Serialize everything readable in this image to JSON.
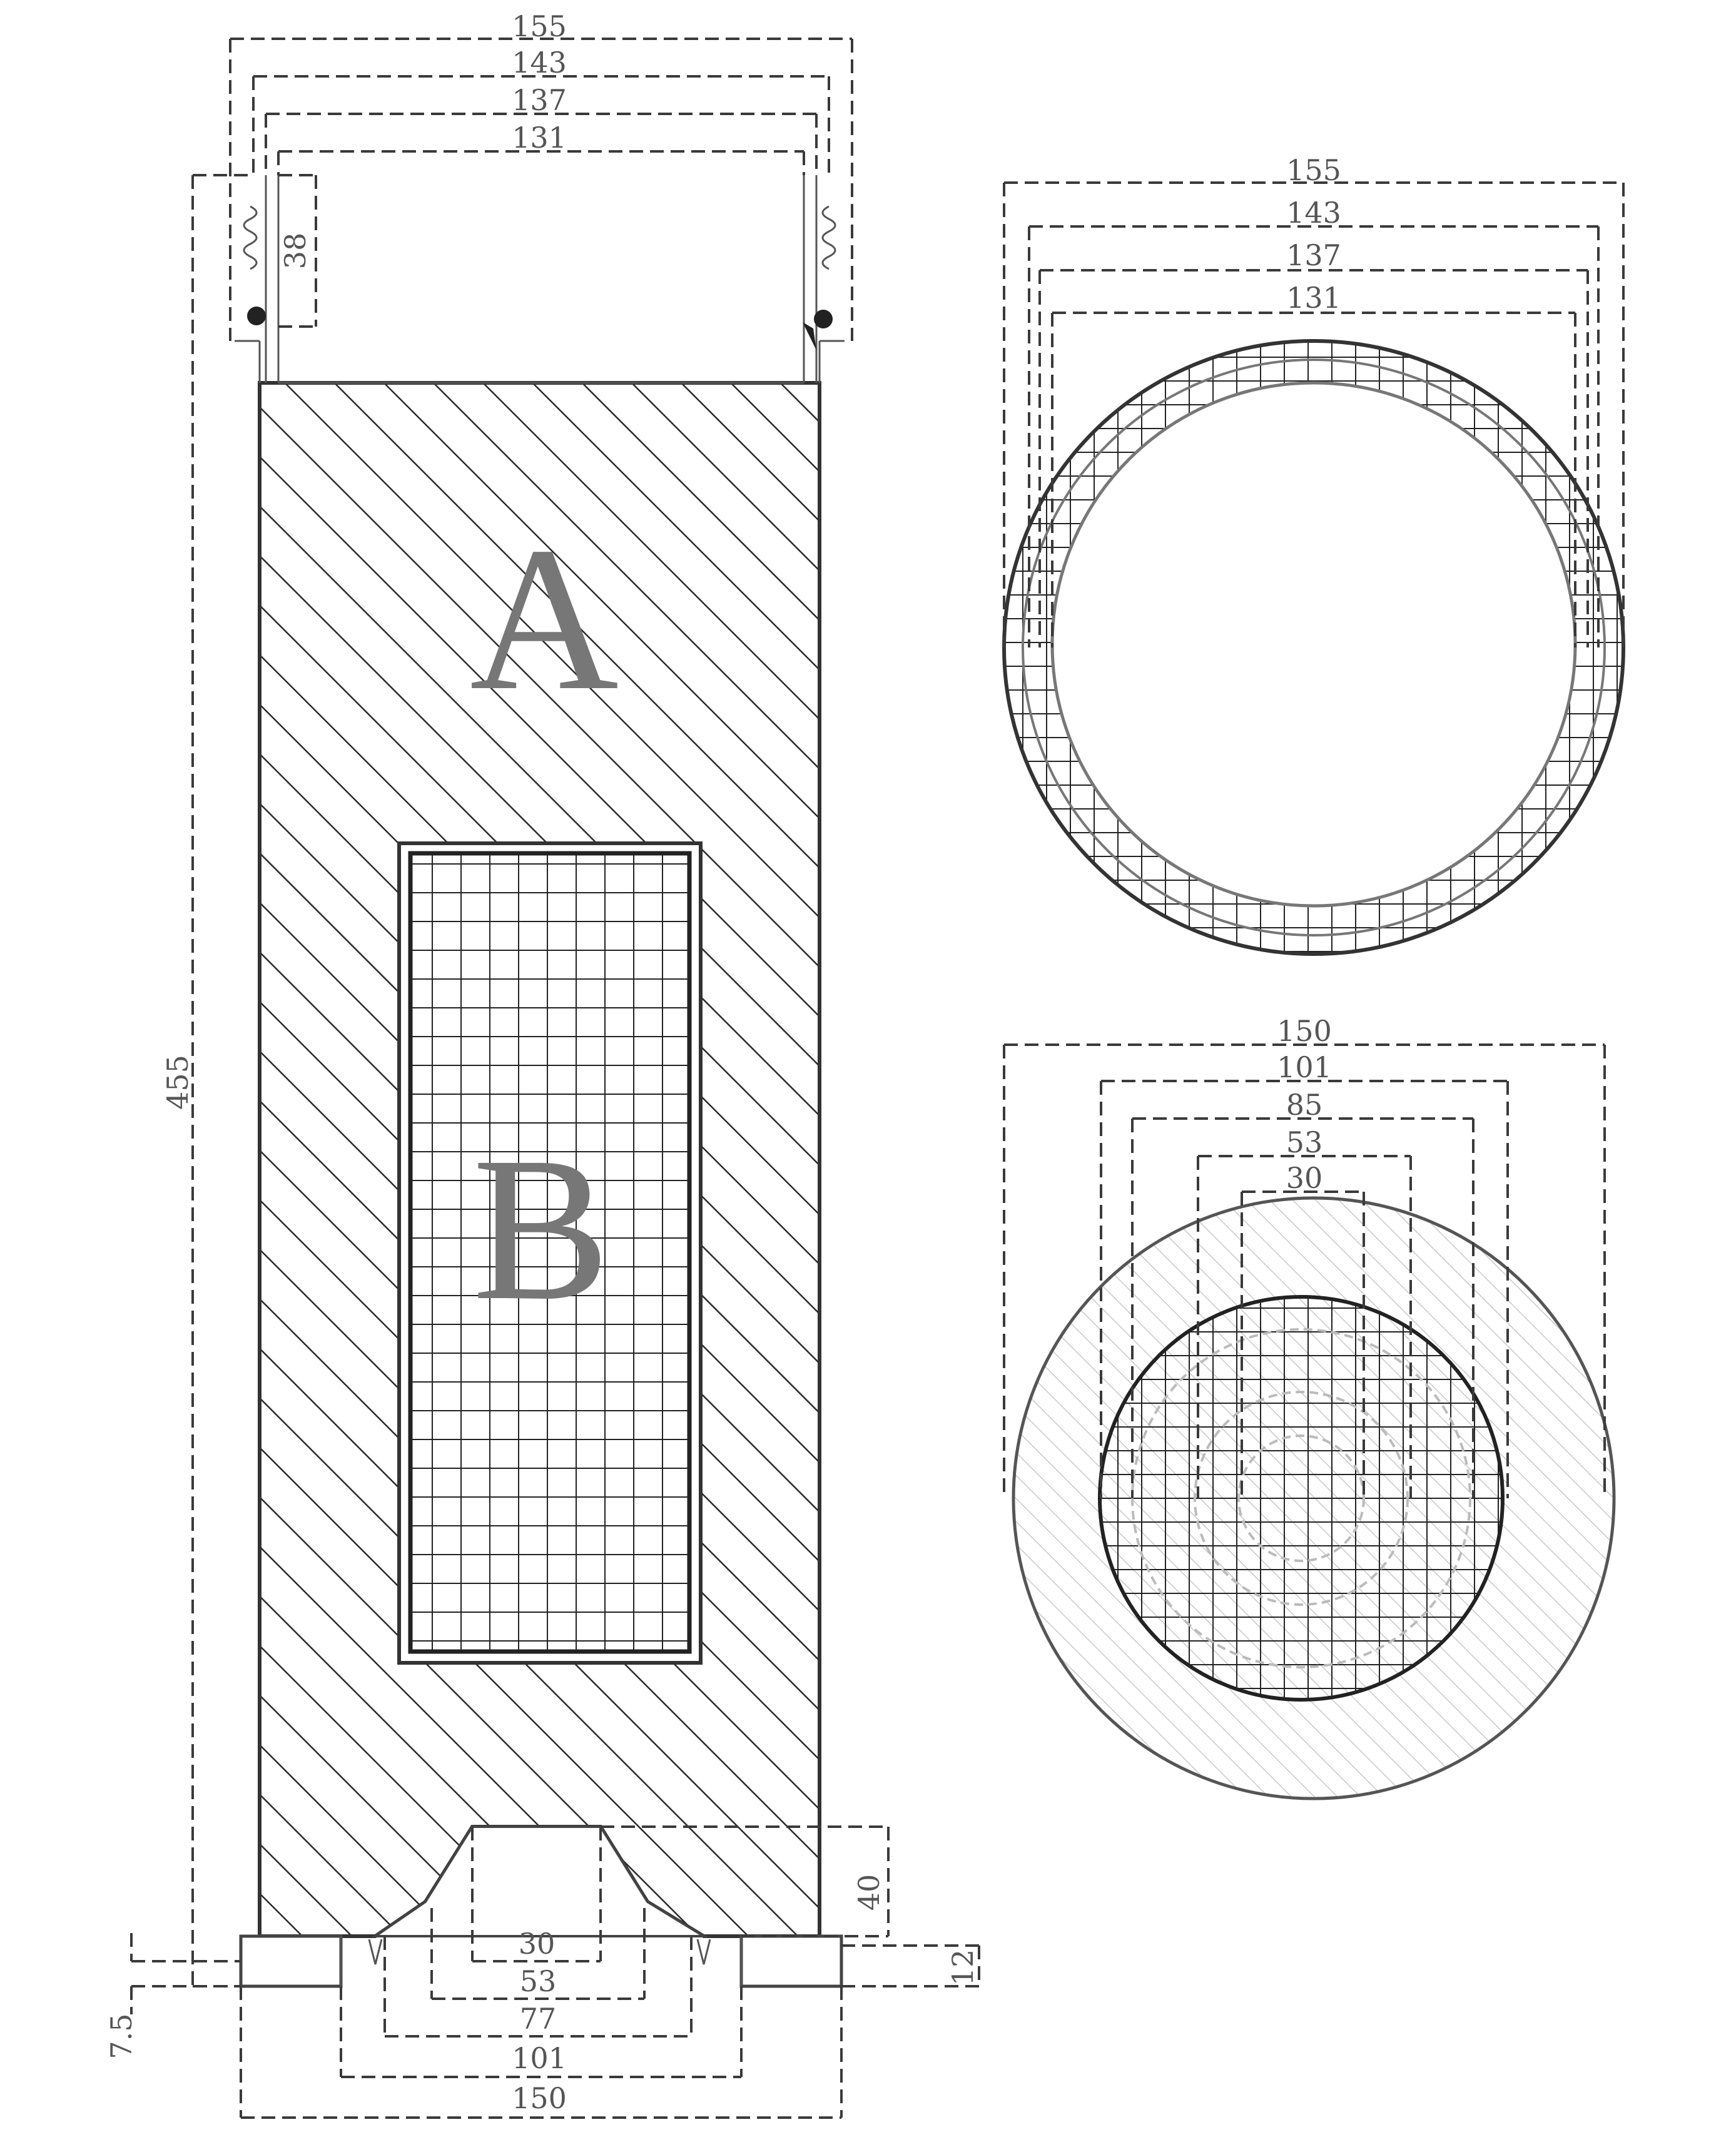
{
  "section_view": {
    "top_widths": [
      "155",
      "143",
      "137",
      "131"
    ],
    "top_height": "38",
    "overall_height": "455",
    "region_a_label": "A",
    "region_b_label": "B",
    "bottom_widths": [
      "30",
      "53",
      "77",
      "101",
      "150"
    ],
    "bottom_height_right": "40",
    "bottom_height_small": "12",
    "bottom_height_left": "7.5"
  },
  "top_plan_view": {
    "widths": [
      "155",
      "143",
      "137",
      "131"
    ]
  },
  "bottom_plan_view": {
    "widths": [
      "150",
      "101",
      "85",
      "53",
      "30"
    ]
  }
}
